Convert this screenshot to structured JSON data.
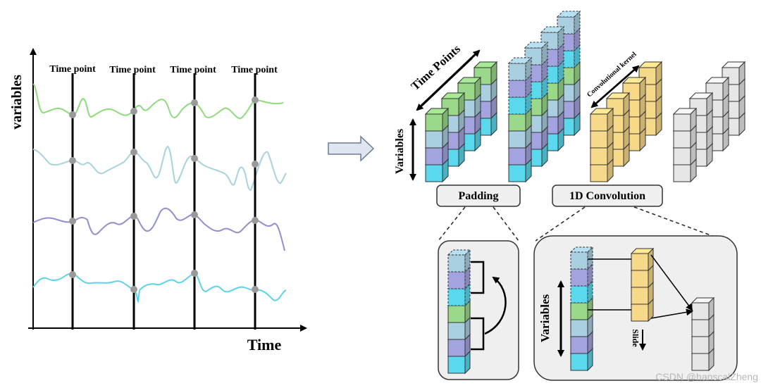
{
  "left_plot": {
    "y_axis_label": "variables",
    "x_axis_label": "Time",
    "time_point_labels": [
      "Time point",
      "Time point",
      "Time point",
      "Time point"
    ],
    "series_colors": [
      "#8edc7c",
      "#a7d3df",
      "#8f8fd2",
      "#5cd3ea"
    ],
    "dot_color": "#9a9a9a"
  },
  "arrow": {
    "fill": "#dfe6f2",
    "stroke": "#6b7b93"
  },
  "tensor_block": {
    "time_axis_label": "Time Points",
    "variables_axis_label": "Variables",
    "cube_colors": [
      "#9ad98a",
      "#a9cfe0",
      "#a3a3e0",
      "#5ad8ee"
    ]
  },
  "kernel_label": "Convolutional kernel",
  "stage_labels": {
    "padding": "Padding",
    "convolution": "1D Convolution"
  },
  "padding_detail": {
    "cube_colors": [
      "#a9cfe0",
      "#a3a3e0",
      "#5ad8ee",
      "#9ad98a",
      "#a9cfe0",
      "#a3a3e0",
      "#5ad8ee"
    ]
  },
  "conv_detail": {
    "variables_label": "Variables",
    "slide_label": "Slide",
    "kernel_color": "#f7d98a",
    "output_color": "#e6e6e6"
  },
  "watermark": "CSDN @hanscalZheng"
}
